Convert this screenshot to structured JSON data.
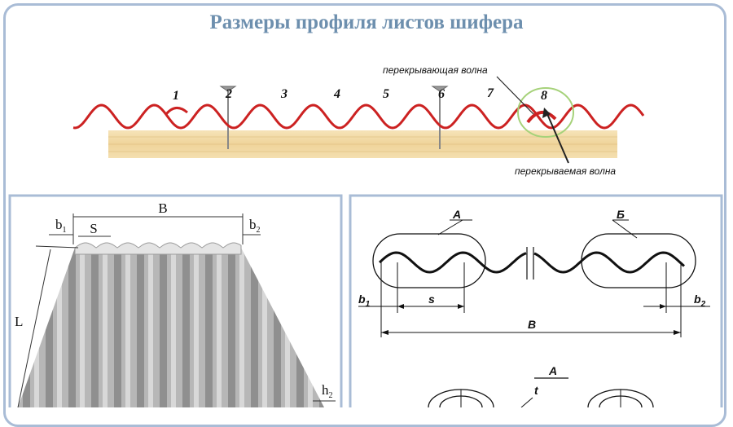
{
  "title": "Размеры профиля листов шифера",
  "colors": {
    "title": "#6d8fae",
    "frame": "#a9bcd6",
    "wave": "#cc2222",
    "board": "#f1d9a4",
    "highlight": "#a6d27a"
  },
  "wave_numbers": [
    "1",
    "2",
    "3",
    "4",
    "5",
    "6",
    "7",
    "8"
  ],
  "captions": {
    "overlapping": "перекрывающая волна",
    "overlapped": "перекрываемая волна"
  },
  "sheet_labels": {
    "B": "B",
    "S": "S",
    "b1": "b",
    "b2": "b",
    "L": "L",
    "h2": "h",
    "sub1": "1",
    "sub2": "2"
  },
  "drawing_labels": {
    "A": "А",
    "B_cyr": "Б",
    "b1": "b",
    "b2": "b",
    "s": "s",
    "B": "В",
    "sub1": "1",
    "sub2": "2",
    "A2": "А",
    "t": "t"
  }
}
